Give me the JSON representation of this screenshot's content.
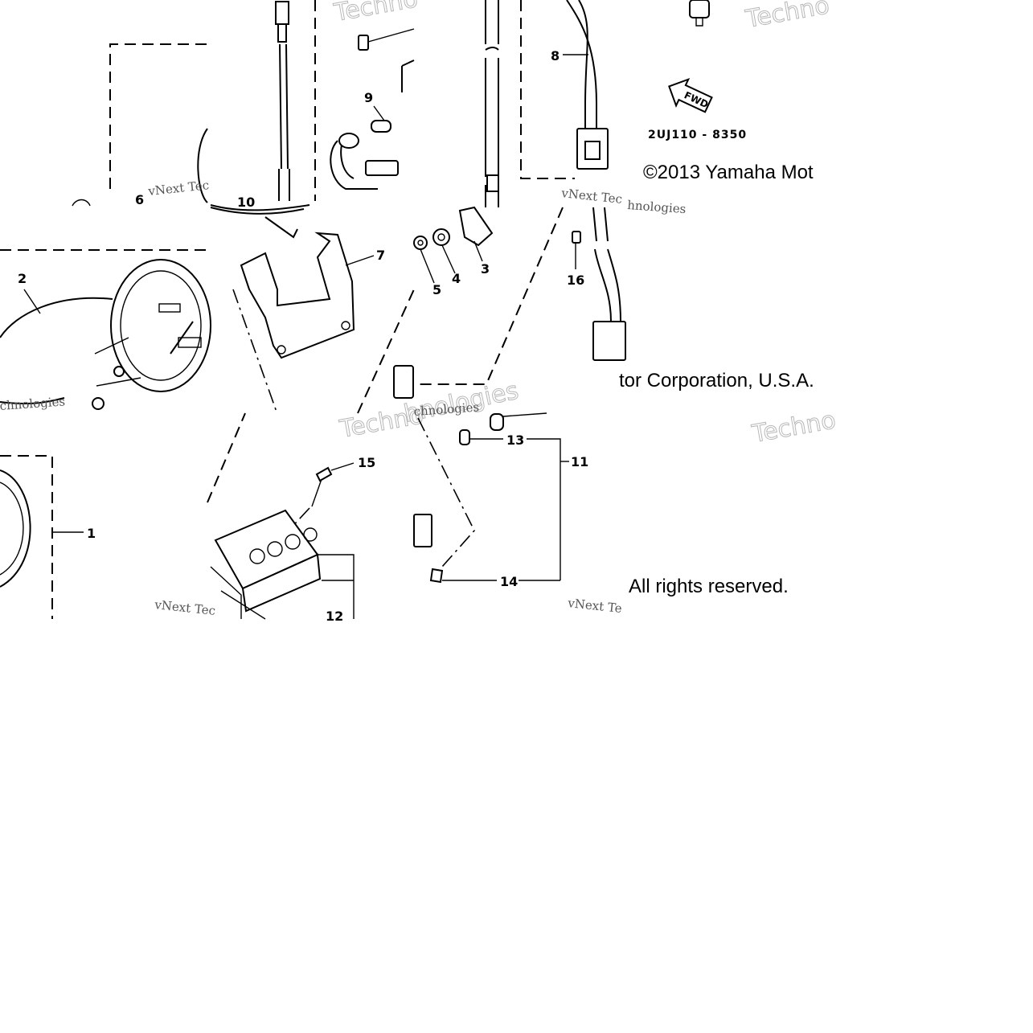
{
  "diagram": {
    "part_numbers": [
      "1",
      "2",
      "3",
      "4",
      "5",
      "6",
      "7",
      "8",
      "9",
      "10",
      "11",
      "12",
      "13",
      "14",
      "15",
      "16"
    ],
    "drawing_code": "2UJ110 - 8350",
    "direction_label": "FWD",
    "copyright": {
      "line1": "©2013 Yamaha Mot",
      "line2": "tor Corporation, U.S.A.",
      "line3": "All rights reserved."
    },
    "watermarks": {
      "brand": "vNext Tec",
      "brand_tail": "hnologies",
      "brand_short": "vNext Te",
      "techno": "Techno",
      "nologies": "chnologies"
    }
  }
}
